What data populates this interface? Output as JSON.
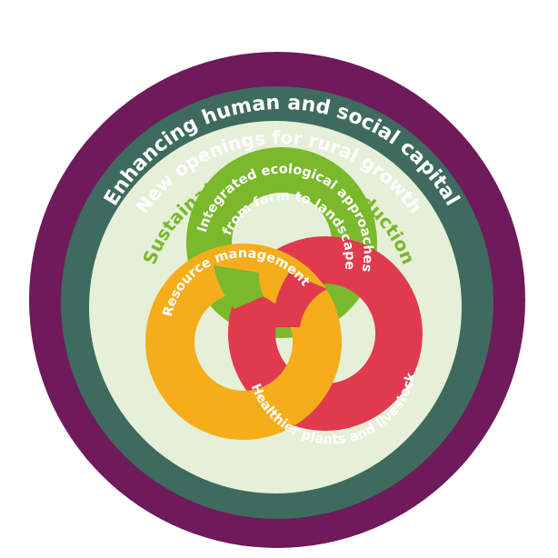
{
  "diagram": {
    "rings": [
      {
        "id": "outer",
        "label": "Enhancing human and social capital",
        "color": "#6e1a5b"
      },
      {
        "id": "middle",
        "label": "New openings for rural growth",
        "color": "#3e6b5e"
      },
      {
        "id": "inner",
        "label": "Sustainable primary production",
        "color": "#e6f0d8",
        "label_color": "#7ab82c"
      }
    ],
    "links": [
      {
        "id": "green",
        "label_line1": "Integrated ecological approaches",
        "label_line2": "from farm to landscape",
        "color": "#7ab82c"
      },
      {
        "id": "orange",
        "label": "Resource management",
        "color": "#f5ad1b"
      },
      {
        "id": "red",
        "label": "Healthier plants and livestock",
        "color": "#e03a4f"
      }
    ]
  }
}
